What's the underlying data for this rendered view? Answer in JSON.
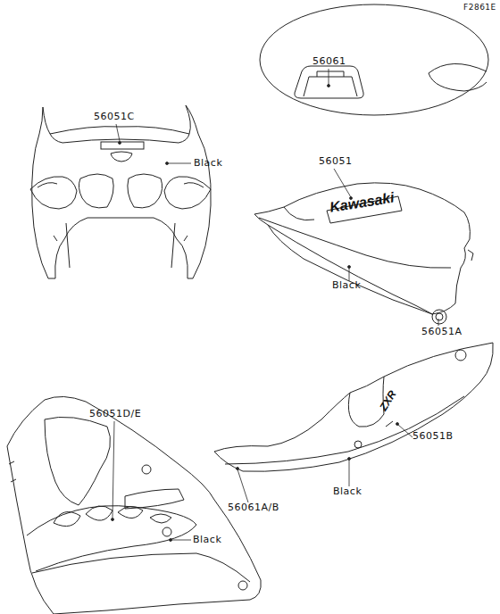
{
  "diagram": {
    "labels": [
      "F2861E",
      "56061",
      "56051C",
      "Black",
      "56051",
      "Kawasaki",
      "Black",
      "56051A",
      "ZXR",
      "56051D/E",
      "56051B",
      "Black",
      "56061A/B",
      "Black"
    ]
  }
}
